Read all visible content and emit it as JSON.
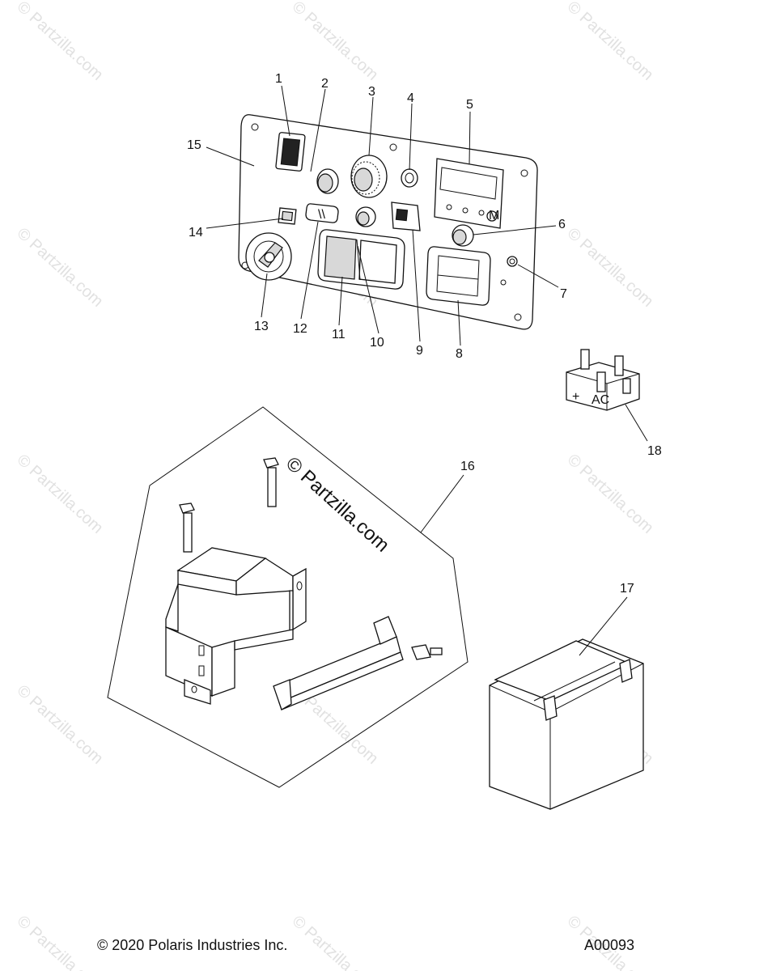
{
  "watermark": {
    "text": "© Partzilla.com"
  },
  "callouts": [
    "1",
    "2",
    "3",
    "4",
    "5",
    "6",
    "7",
    "8",
    "9",
    "10",
    "11",
    "12",
    "13",
    "14",
    "15",
    "16",
    "17",
    "18"
  ],
  "footer": {
    "copyright": "© 2020 Polaris Industries Inc.",
    "code": "A00093"
  },
  "component_labels": {
    "rectifier_plus": "+",
    "rectifier_ac": "AC",
    "meter_button": "M"
  }
}
